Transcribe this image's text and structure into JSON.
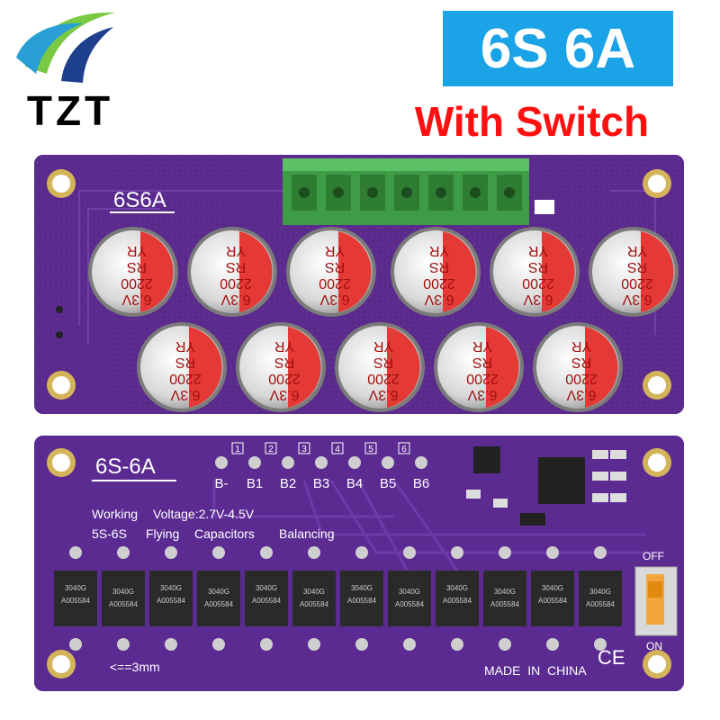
{
  "brand": {
    "logo_text": "TZT",
    "colors": {
      "green": "#7ac943",
      "teal": "#2a9fd6",
      "navy": "#1d3f8c"
    }
  },
  "header": {
    "model": "6S 6A",
    "model_bg": "#1ba3e8",
    "feature": "With Switch",
    "feature_color": "#ff1010"
  },
  "top_board": {
    "silkscreen": "6S6A",
    "connector_color": "#4caf50",
    "capacitor_rating": "6.3V",
    "capacitor_value": "2200",
    "capacitor_series": "RS",
    "capacitor_brand": "YR",
    "capacitor_count": 11
  },
  "bottom_board": {
    "silkscreen": "6S-6A",
    "pads": [
      "B-",
      "B1",
      "B2",
      "B3",
      "B4",
      "B5",
      "B6"
    ],
    "pad_numbers": [
      "1",
      "2",
      "3",
      "4",
      "5",
      "6"
    ],
    "spec_lines": [
      [
        "Working",
        "Voltage:2.7V-4.5V"
      ],
      [
        "5S-6S",
        "Flying",
        "Capacitors",
        "Balancing"
      ]
    ],
    "chip_marks": [
      "3040G",
      "A005584"
    ],
    "switch_off": "OFF",
    "switch_on": "ON",
    "ce_mark": "CE",
    "spacing_note": "<==3mm",
    "origin": "MADE  IN  CHINA"
  }
}
